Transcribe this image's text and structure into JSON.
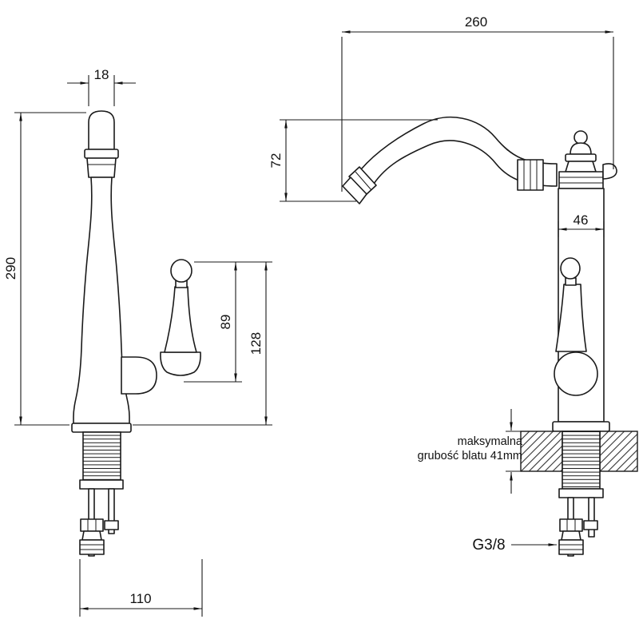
{
  "meta": {
    "background_color": "#ffffff",
    "line_color": "#1a1a1a",
    "drawing_type": "faucet technical dimension drawing"
  },
  "front_view": {
    "dims": {
      "spout_tip_width": "18",
      "total_height": "290",
      "handle_to_joint": "89",
      "handle_to_base": "128",
      "mounting_width": "110"
    }
  },
  "side_view": {
    "dims": {
      "spout_reach": "260",
      "spout_drop": "72",
      "body_diameter": "46",
      "thread_size": "G3/8"
    },
    "note": {
      "line1": "maksymalna",
      "line2": "grubość blatu 41mm"
    }
  }
}
